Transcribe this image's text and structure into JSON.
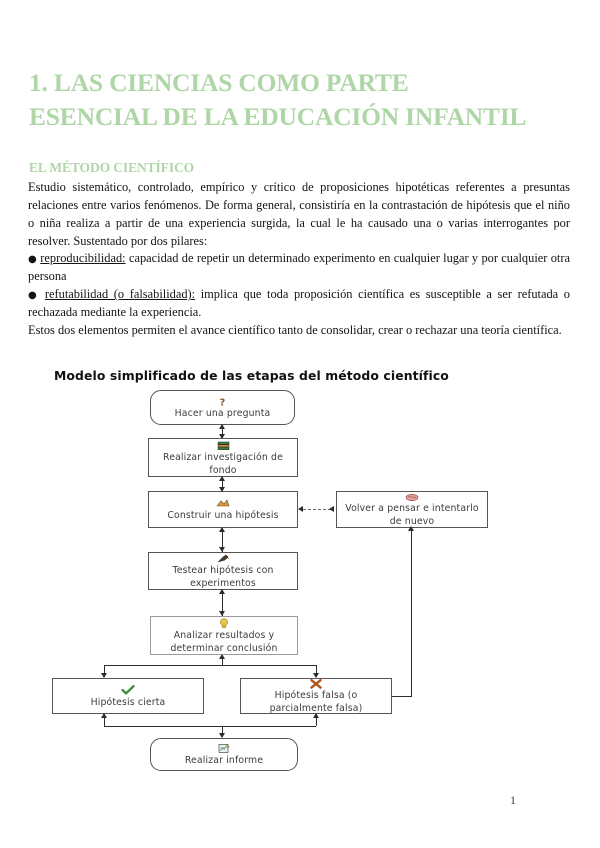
{
  "document": {
    "title_lines": [
      "1. LAS CIENCIAS COMO PARTE",
      "ESENCIAL DE LA EDUCACIÓN INFANTIL"
    ],
    "section_title": "EL MÉTODO CIENTÍFICO",
    "accent_color": "#aed6a6",
    "page_number": "1"
  },
  "body": {
    "paragraph_1": "Estudio sistemático, controlado, empírico y crítico de proposiciones hipotéticas referentes a presuntas relaciones entre varios fenómenos. De forma general, consistiría en la contrastación de hipótesis que el niño o niña realiza a partir de una experiencia surgida, la cual le ha causado una o varias interrogantes por resolver. Sustentado por dos pilares:",
    "bullets": [
      {
        "marker": "●",
        "term": "reproducibilidad",
        "term_suffix": ":",
        "text": " capacidad de repetir un determinado experimento en cualquier lugar y por cualquier otra persona"
      },
      {
        "marker": "●",
        "term": "refutabilidad (o falsabilidad):",
        "term_suffix": "",
        "text": " implica que toda proposición científica es susceptible a ser refutada o rechazada mediante la experiencia."
      }
    ],
    "paragraph_2": "Estos dos elementos permiten el avance científico tanto de consolidar, crear o rechazar una teoría científica."
  },
  "figure": {
    "title": "Modelo simplificado de las etapas del método científico",
    "nodes": [
      {
        "id": "ask",
        "label": "Hacer una pregunta",
        "icon": "question-mark-icon",
        "icon_color": "#8a5a2b"
      },
      {
        "id": "research",
        "label": "Realizar investigación de fondo",
        "icon": "books-icon",
        "icon_color": "#3f7a3f"
      },
      {
        "id": "hypo",
        "label": "Construir una hipótesis",
        "icon": "hypothesis-icon",
        "icon_color": "#d79a3c"
      },
      {
        "id": "rethink",
        "label": "Volver a pensar e intentarlo de nuevo",
        "icon": "brain-icon",
        "icon_color": "#e59a9a"
      },
      {
        "id": "test",
        "label": "Testear hipótesis con experimentos",
        "icon": "experiment-icon",
        "icon_color": "#4a3a2a"
      },
      {
        "id": "analyze",
        "label": "Analizar resultados y determinar conclusión",
        "icon": "lightbulb-icon",
        "icon_color": "#e8c64a"
      },
      {
        "id": "true",
        "label": "Hipótesis cierta",
        "icon": "check-mark-icon",
        "icon_color": "#3f8f3f"
      },
      {
        "id": "false",
        "label": "Hipótesis falsa (o parcialmente falsa)",
        "icon": "cross-mark-icon",
        "icon_color": "#b4521e"
      },
      {
        "id": "report",
        "label": "Realizar informe",
        "icon": "report-document-icon",
        "icon_color": "#5a8fb4"
      }
    ]
  }
}
